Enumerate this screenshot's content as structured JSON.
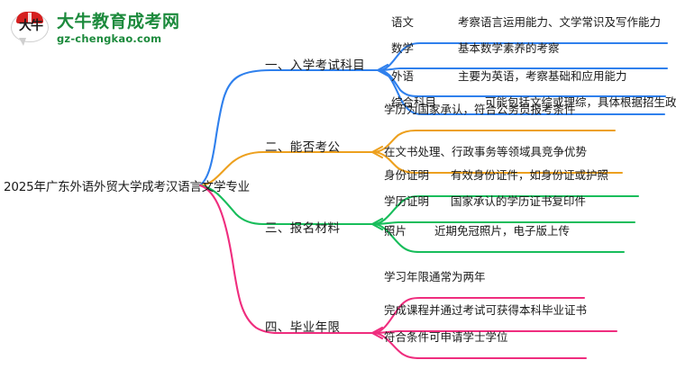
{
  "logo": {
    "mark_text": "大牛",
    "title": "大牛教育成考网",
    "subtitle": "gz-chengkao.com",
    "brand_color": "#1c8a3c",
    "cap_color": "#d62020"
  },
  "mindmap": {
    "root": "2025年广东外语外贸大学成考汉语言文学专业",
    "branches": [
      {
        "label": "一、入学考试科目",
        "color": "#2f80ed",
        "children": [
          {
            "key": "语文",
            "desc": "考察语言运用能力、文学常识及写作能力"
          },
          {
            "key": "数学",
            "desc": "基本数学素养的考察"
          },
          {
            "key": "外语",
            "desc": "主要为英语，考察基础和应用能力"
          },
          {
            "key": "综合科目",
            "desc": "可能包括文综或理综，具体根据招生政策调整"
          }
        ]
      },
      {
        "label": "二、能否考公",
        "color": "#eda01e",
        "children": [
          {
            "key": "",
            "desc": "学历为国家承认，符合公务员报考条件"
          },
          {
            "key": "",
            "desc": "在文书处理、行政事务等领域具竞争优势"
          }
        ]
      },
      {
        "label": "三、报名材料",
        "color": "#18bd5b",
        "children": [
          {
            "key": "身份证明",
            "desc": "有效身份证件，如身份证或护照"
          },
          {
            "key": "学历证明",
            "desc": "国家承认的学历证书复印件"
          },
          {
            "key": "照片",
            "desc": "近期免冠照片，电子版上传"
          }
        ]
      },
      {
        "label": "四、毕业年限",
        "color": "#ef2d7e",
        "children": [
          {
            "key": "",
            "desc": "学习年限通常为两年"
          },
          {
            "key": "",
            "desc": "完成课程并通过考试可获得本科毕业证书"
          },
          {
            "key": "",
            "desc": "符合条件可申请学士学位"
          }
        ]
      }
    ]
  }
}
